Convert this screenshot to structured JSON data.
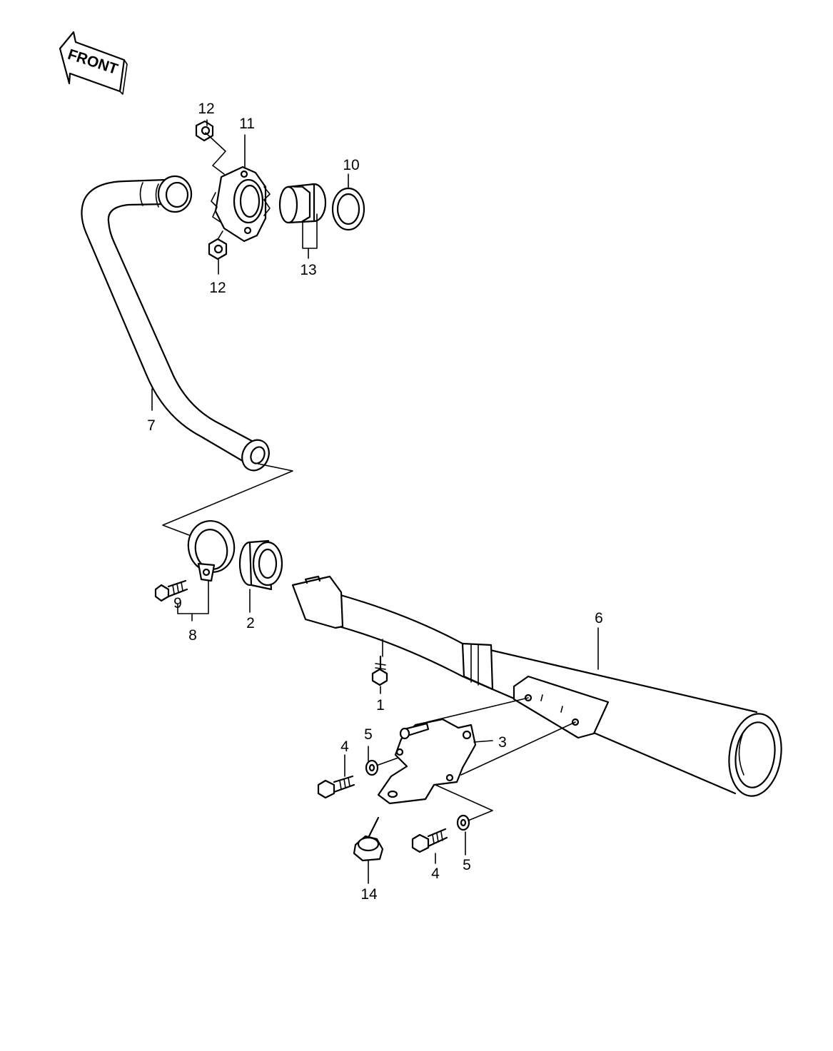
{
  "direction_marker": {
    "text": "FRONT"
  },
  "callouts": [
    {
      "id": "c1",
      "number": "1"
    },
    {
      "id": "c2",
      "number": "2"
    },
    {
      "id": "c3",
      "number": "3"
    },
    {
      "id": "c4a",
      "number": "4"
    },
    {
      "id": "c4b",
      "number": "4"
    },
    {
      "id": "c5a",
      "number": "5"
    },
    {
      "id": "c5b",
      "number": "5"
    },
    {
      "id": "c6",
      "number": "6"
    },
    {
      "id": "c7",
      "number": "7"
    },
    {
      "id": "c8",
      "number": "8"
    },
    {
      "id": "c9",
      "number": "9"
    },
    {
      "id": "c10",
      "number": "10"
    },
    {
      "id": "c11",
      "number": "11"
    },
    {
      "id": "c12a",
      "number": "12"
    },
    {
      "id": "c12b",
      "number": "12"
    },
    {
      "id": "c13",
      "number": "13"
    },
    {
      "id": "c14",
      "number": "14"
    }
  ]
}
